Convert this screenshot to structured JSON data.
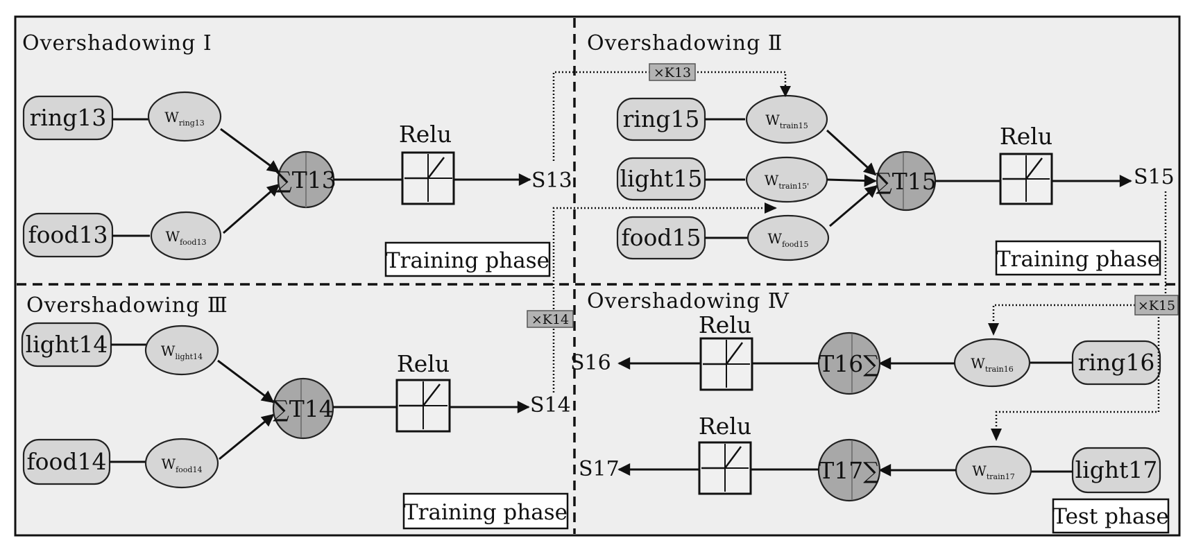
{
  "panels": [
    {
      "title": "Overshadowing Ⅰ",
      "phase": "Training phase",
      "inputs": [
        "ring13",
        "food13"
      ],
      "weights": [
        {
          "w": "W",
          "sub": "ring13"
        },
        {
          "w": "W",
          "sub": "food13"
        }
      ],
      "sum": "∑T13",
      "activation": "Relu",
      "output": "S13"
    },
    {
      "title": "Overshadowing Ⅱ",
      "phase": "Training phase",
      "inputs": [
        "ring15",
        "light15",
        "food15"
      ],
      "weights": [
        {
          "w": "W",
          "sub": "train15"
        },
        {
          "w": "W",
          "sub": "train15'"
        },
        {
          "w": "W",
          "sub": "food15"
        }
      ],
      "sum": "∑T15",
      "activation": "Relu",
      "output": "S15"
    },
    {
      "title": "Overshadowing Ⅲ",
      "phase": "Training phase",
      "inputs": [
        "light14",
        "food14"
      ],
      "weights": [
        {
          "w": "W",
          "sub": "light14"
        },
        {
          "w": "W",
          "sub": "food14"
        }
      ],
      "sum": "∑T14",
      "activation": "Relu",
      "output": "S14"
    },
    {
      "title": "Overshadowing Ⅳ",
      "phase": "Test phase",
      "rows": [
        {
          "input": "ring16",
          "weight": {
            "w": "W",
            "sub": "train16"
          },
          "sum": "T16∑",
          "activation": "Relu",
          "output": "S16"
        },
        {
          "input": "light17",
          "weight": {
            "w": "W",
            "sub": "train17"
          },
          "sum": "T17∑",
          "activation": "Relu",
          "output": "S17"
        }
      ]
    }
  ],
  "transfers": {
    "k13": "×K13",
    "k14": "×K14",
    "k15": "×K15"
  }
}
